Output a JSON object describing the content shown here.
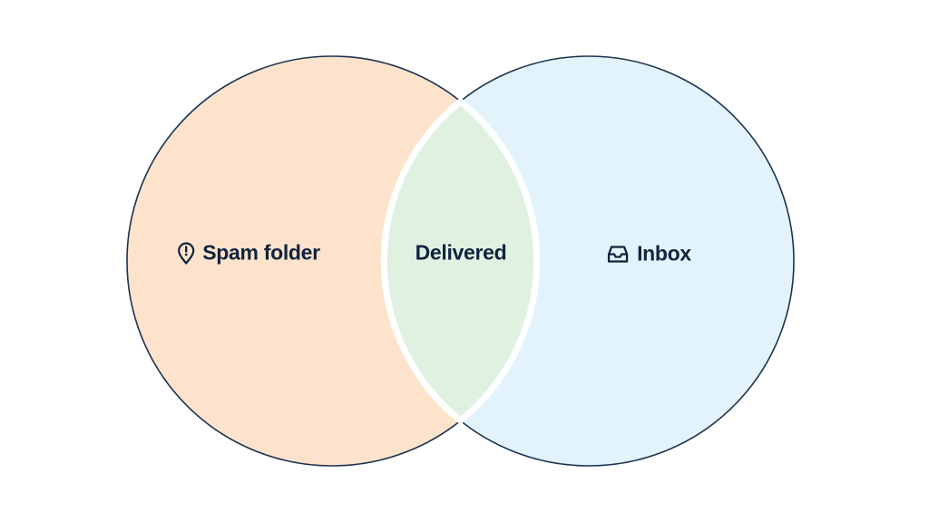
{
  "diagram": {
    "type": "venn",
    "sets": [
      {
        "label": "Spam folder",
        "icon": "map-pin-alert-icon",
        "color": "#fde3cc"
      },
      {
        "label": "Inbox",
        "icon": "inbox-tray-icon",
        "color": "#e3f3fb"
      }
    ],
    "intersection": {
      "label": "Delivered",
      "color": "#e0f1e1"
    },
    "outline_color": "#1c3350",
    "text_color": "#10243e"
  }
}
